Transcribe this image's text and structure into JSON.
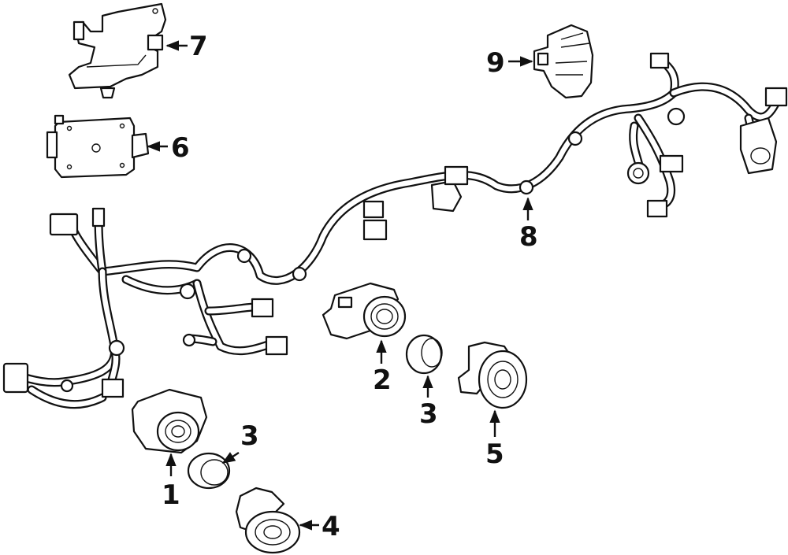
{
  "callouts": {
    "c1": "1",
    "c2": "2",
    "c3a": "3",
    "c3b": "3",
    "c4": "4",
    "c5": "5",
    "c6": "6",
    "c7": "7",
    "c8": "8",
    "c9": "9"
  },
  "colors": {
    "line": "#111111",
    "background": "#ffffff"
  }
}
